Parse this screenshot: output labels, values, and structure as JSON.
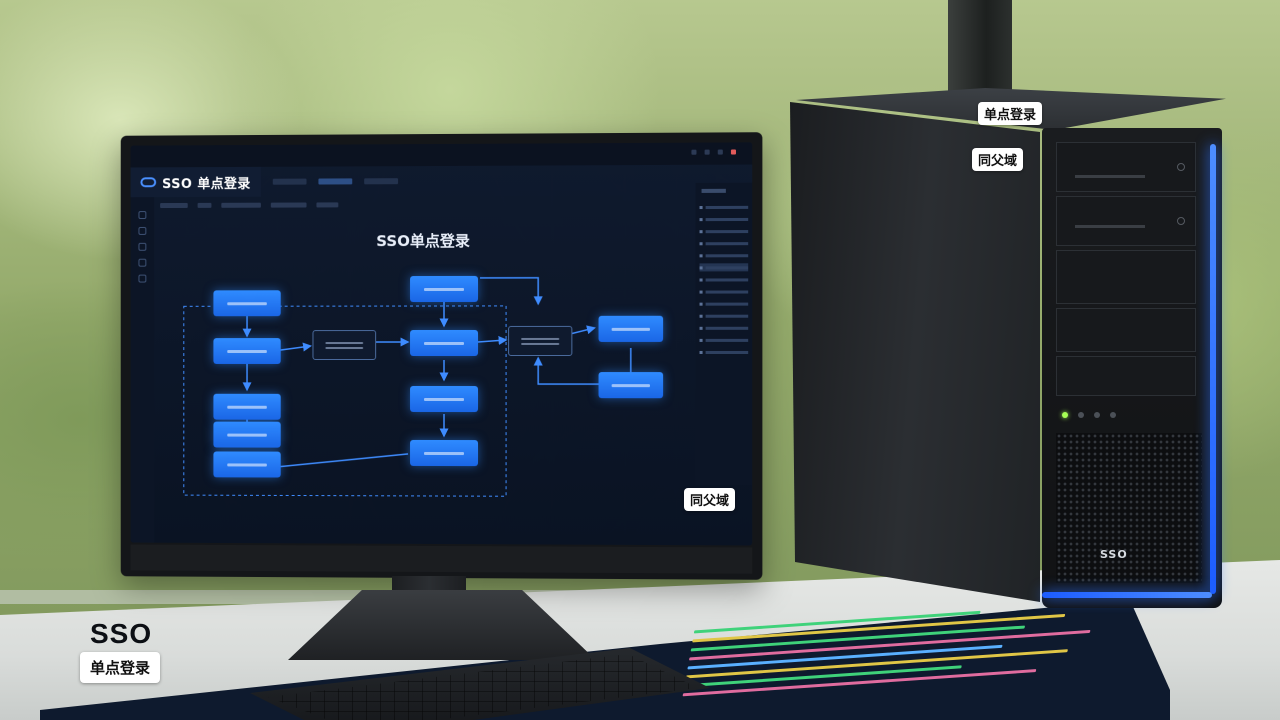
{
  "monitor": {
    "app_name": "SSO 单点登录",
    "flow_title": "SSO单点登录",
    "caption": "同父域"
  },
  "tower": {
    "label_top": "单点登录",
    "label_side": "同父域",
    "brand": "SSO"
  },
  "overlay": {
    "big_text": "SSO",
    "tag_text": "单点登录"
  },
  "colors": {
    "accent": "#2f8bff",
    "led": "#2d72ff",
    "screen_bg": "#0f1a2e"
  }
}
